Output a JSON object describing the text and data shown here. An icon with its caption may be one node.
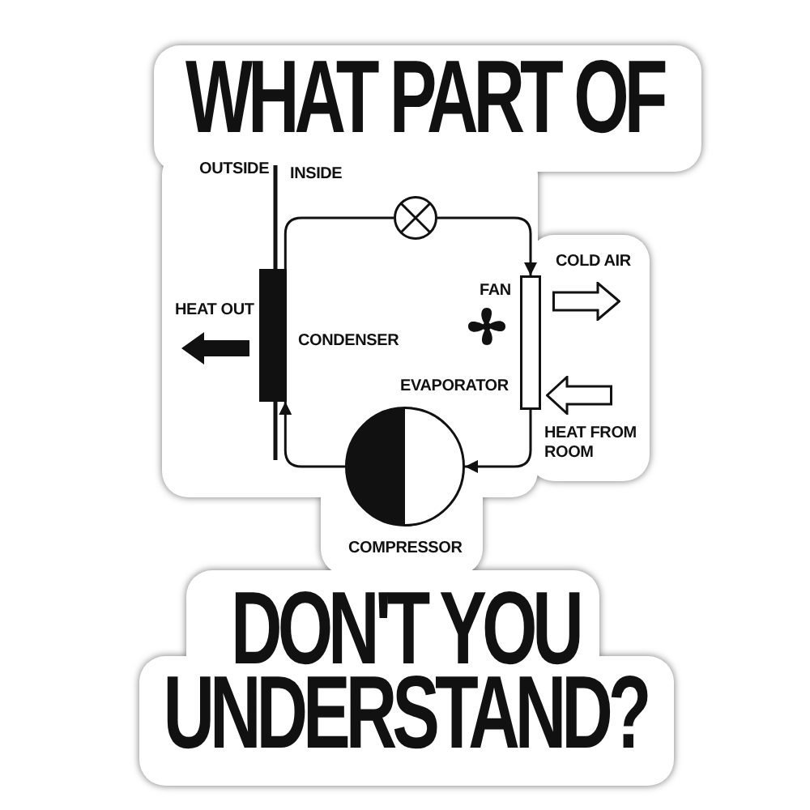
{
  "diagram": {
    "title": "WHAT PART OF",
    "caption": "DON'T YOU UNDERSTAND?",
    "nodes": [
      {
        "text": [],
        "shape": "bar",
        "beside": [
          "CONDENSER"
        ]
      },
      {
        "text": [],
        "shape": "circle"
      },
      {
        "text": [],
        "shape": "bar",
        "beside": [
          "EVAPORATOR"
        ]
      },
      {
        "text": [],
        "shape": "circle",
        "beside": [
          "COMPRESSOR"
        ]
      }
    ],
    "edges": [
      {
        "from": 0,
        "to": 1,
        "arrow": "none"
      },
      {
        "from": 1,
        "to": 2,
        "arrow": "to"
      },
      {
        "from": 2,
        "to": 3,
        "arrow": "to"
      },
      {
        "from": 3,
        "to": 0,
        "arrow": "to"
      }
    ],
    "labels": [
      "OUTSIDE",
      "INSIDE",
      "COLD AIR",
      "FAN",
      "HEAT OUT",
      "HEAT FROM ROOM"
    ]
  }
}
